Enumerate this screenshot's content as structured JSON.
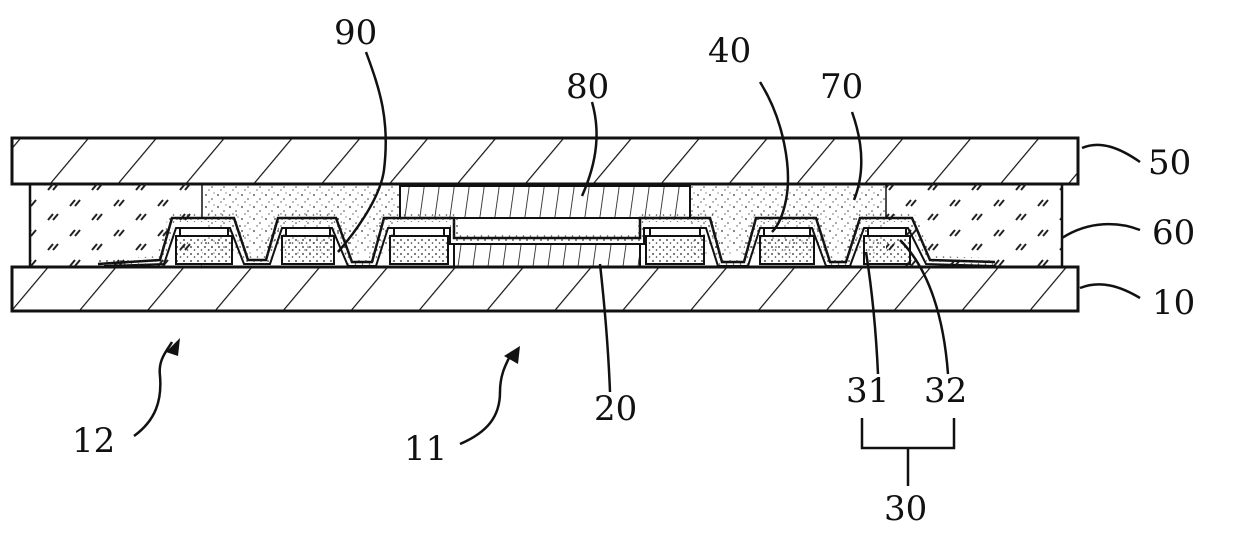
{
  "figure": {
    "labels": {
      "l90": "90",
      "l80": "80",
      "l40": "40",
      "l70": "70",
      "l50": "50",
      "l60": "60",
      "l10": "10",
      "l12": "12",
      "l11": "11",
      "l20": "20",
      "l31": "31",
      "l32": "32",
      "l30": "30"
    }
  }
}
